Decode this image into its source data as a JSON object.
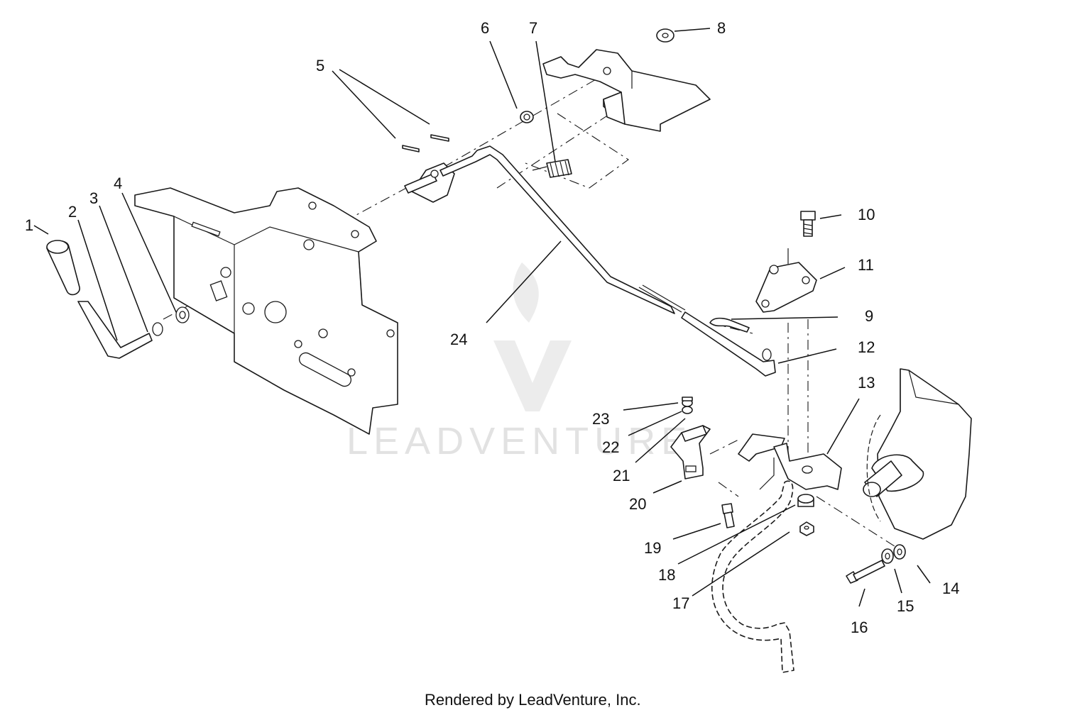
{
  "watermark": {
    "text": "LEADVENTURE"
  },
  "footer": {
    "text": "Rendered by LeadVenture, Inc."
  },
  "callouts": [
    {
      "id": "1",
      "label": "1"
    },
    {
      "id": "2",
      "label": "2"
    },
    {
      "id": "3",
      "label": "3"
    },
    {
      "id": "4",
      "label": "4"
    },
    {
      "id": "5",
      "label": "5"
    },
    {
      "id": "6",
      "label": "6"
    },
    {
      "id": "7",
      "label": "7"
    },
    {
      "id": "8",
      "label": "8"
    },
    {
      "id": "9",
      "label": "9"
    },
    {
      "id": "10",
      "label": "10"
    },
    {
      "id": "11",
      "label": "11"
    },
    {
      "id": "12",
      "label": "12"
    },
    {
      "id": "13",
      "label": "13"
    },
    {
      "id": "14",
      "label": "14"
    },
    {
      "id": "15",
      "label": "15"
    },
    {
      "id": "16",
      "label": "16"
    },
    {
      "id": "17",
      "label": "17"
    },
    {
      "id": "18",
      "label": "18"
    },
    {
      "id": "19",
      "label": "19"
    },
    {
      "id": "20",
      "label": "20"
    },
    {
      "id": "21",
      "label": "21"
    },
    {
      "id": "22",
      "label": "22"
    },
    {
      "id": "23",
      "label": "23"
    },
    {
      "id": "24",
      "label": "24"
    }
  ]
}
